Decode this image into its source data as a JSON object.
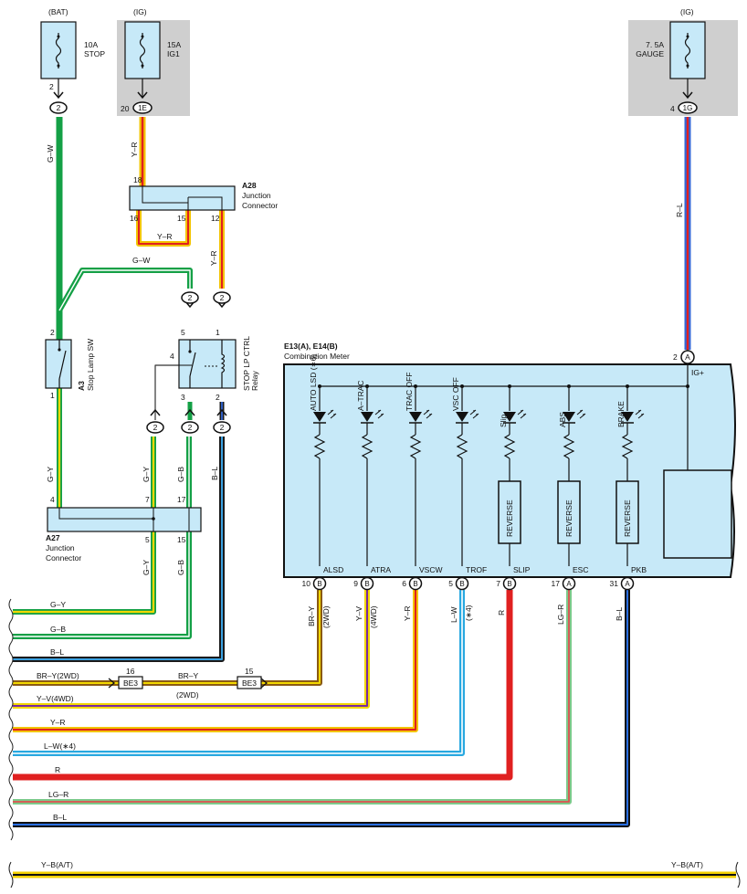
{
  "fuses": {
    "stop": {
      "source": "(BAT)",
      "rating": "10A",
      "name": "STOP",
      "pin": "2",
      "conn": "2"
    },
    "ig1": {
      "source": "(IG)",
      "rating": "15A",
      "name": "IG1",
      "pin": "20",
      "conn": "1E"
    },
    "gauge": {
      "source": "(IG)",
      "rating": "7. 5A",
      "name": "GAUGE",
      "pin": "4",
      "conn": "1G"
    }
  },
  "wires": {
    "gw": "G–W",
    "yr": "Y–R",
    "rl": "R–L",
    "gy": "G–Y",
    "gb": "G–B",
    "bl": "B–L",
    "bry": "BR–Y",
    "yv": "Y–V",
    "lw": "L–W",
    "r": "R",
    "lgr": "LG–R"
  },
  "wire_notes": {
    "twowd": "(2WD)",
    "fourwd": "(4WD)",
    "star4": "(∗4)"
  },
  "a28": {
    "id": "A28",
    "line1": "Junction",
    "line2": "Connector",
    "pin_top": "18",
    "pin_l": "16",
    "pin_m": "15",
    "pin_r": "12"
  },
  "a27": {
    "id": "A27",
    "line1": "Junction",
    "line2": "Connector",
    "pin_tl": "4",
    "pin_tm": "7",
    "pin_tr": "17",
    "pin_bl": "5",
    "pin_br": "15"
  },
  "stop_sw": {
    "id": "A3",
    "name": "Stop Lamp SW",
    "pin_top": "2",
    "pin_bot": "1"
  },
  "relay": {
    "line1": "STOP LP CTRL",
    "line2": "Relay",
    "pin5": "5",
    "pin1": "1",
    "pin4": "4",
    "pin3": "3",
    "pin2": "2"
  },
  "conn_label": "2",
  "meter": {
    "title": "E13(A), E14(B)",
    "name": "Combination Meter",
    "igplus": "IG+",
    "ig_pin": "2",
    "ig_conn": "A",
    "lamps": [
      "AUTO LSD (∗6)",
      "A–TRAC",
      "TRAC OFF",
      "VSC OFF",
      "Slip",
      "ABS",
      "BRAKE"
    ],
    "reverse": "REVERSE",
    "outputs": [
      {
        "name": "ALSD",
        "pin": "10",
        "conn": "B"
      },
      {
        "name": "ATRA",
        "pin": "9",
        "conn": "B"
      },
      {
        "name": "VSCW",
        "pin": "6",
        "conn": "B"
      },
      {
        "name": "TROF",
        "pin": "5",
        "conn": "B"
      },
      {
        "name": "SLIP",
        "pin": "7",
        "conn": "B"
      },
      {
        "name": "ESC",
        "pin": "17",
        "conn": "A"
      },
      {
        "name": "PKB",
        "pin": "31",
        "conn": "A"
      }
    ]
  },
  "be3": {
    "name": "BE3",
    "pin_l": "16",
    "pin_r": "15"
  },
  "left_labels": [
    "G–Y",
    "G–B",
    "B–L",
    "BR–Y(2WD)",
    "Y–V(4WD)",
    "Y–R",
    "L–W(∗4)",
    "R",
    "LG–R",
    "B–L"
  ],
  "bottom": {
    "left": "Y–B(A/T)",
    "right": "Y–B(A/T)"
  }
}
